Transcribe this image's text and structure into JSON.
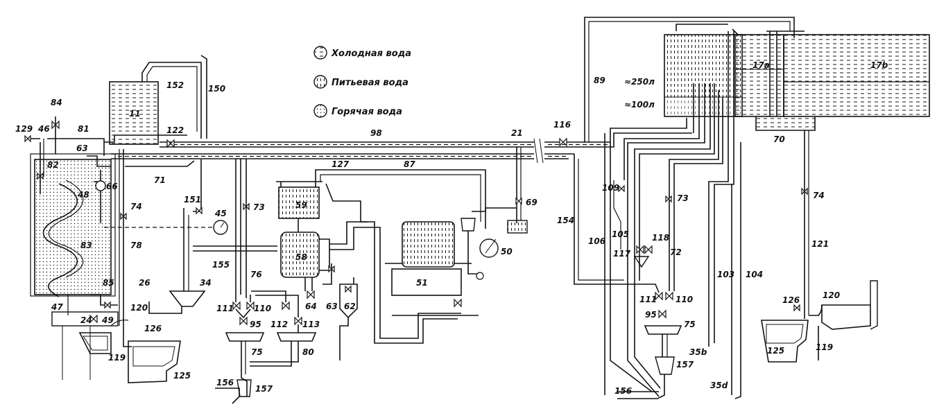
{
  "legend": {
    "cold": "Холодная вода",
    "drinking": "Питьевая вода",
    "hot": "Горячая вода"
  },
  "tanks": {
    "vol_250": "≈250л",
    "vol_100": "≈100л",
    "t17a": "17a",
    "t17b": "17b"
  },
  "labels": {
    "l84": "84",
    "l46": "46",
    "l129": "129",
    "l81": "81",
    "l63a": "63",
    "l82": "82",
    "l66": "66",
    "l48": "48",
    "l83": "83",
    "l74a": "74",
    "l78": "78",
    "l85": "85",
    "l47": "47",
    "l24": "24",
    "l49": "49",
    "l120a": "120",
    "l126a": "126",
    "l119a": "119",
    "l125a": "125",
    "l26": "26",
    "l11": "11",
    "l152": "152",
    "l150": "150",
    "l122": "122",
    "l71": "71",
    "l151": "151",
    "l45": "45",
    "l34": "34",
    "l155": "155",
    "l76": "76",
    "l73a": "73",
    "l111a": "111",
    "l110a": "110",
    "l95a": "95",
    "l75a": "75",
    "l156a": "156",
    "l157a": "157",
    "l112": "112",
    "l113": "113",
    "l80": "80",
    "l59": "59",
    "l58": "58",
    "l64": "64",
    "l63b": "63",
    "l62": "62",
    "l127": "127",
    "l87": "87",
    "l98": "98",
    "l21": "21",
    "l51": "51",
    "l50": "50",
    "l69": "69",
    "l116": "116",
    "l89": "89",
    "l154": "154",
    "l109": "109",
    "l106": "106",
    "l105": "105",
    "l117": "117",
    "l118": "118",
    "l73b": "73",
    "l72": "72",
    "l111b": "111",
    "l110b": "110",
    "l95b": "95",
    "l75b": "75",
    "l157b": "157",
    "l156b": "156",
    "l35b": "35b",
    "l35d": "35d",
    "l103": "103",
    "l104": "104",
    "l70": "70",
    "l74b": "74",
    "l121": "121",
    "l126b": "126",
    "l120b": "120",
    "l119b": "119",
    "l125b": "125"
  }
}
